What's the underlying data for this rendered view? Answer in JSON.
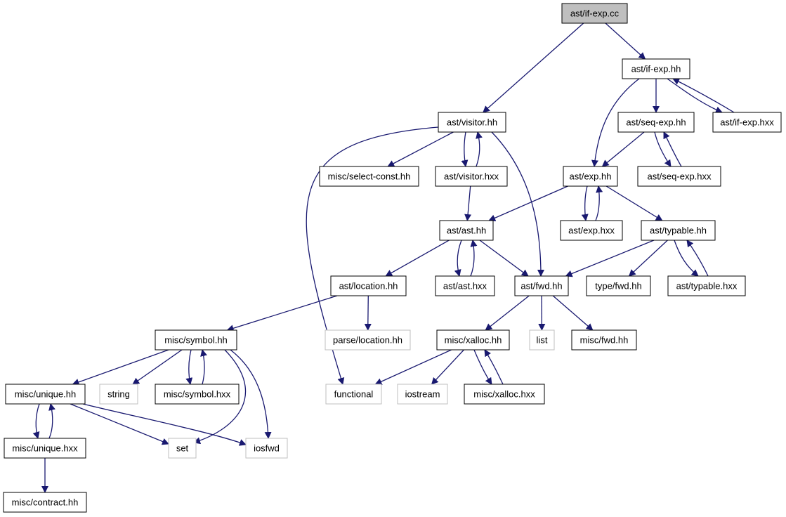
{
  "graph": {
    "title": "ast/if-exp.cc",
    "colors": {
      "edge": "#191970",
      "root_fill": "#bfbfbf",
      "node_fill": "#ffffff",
      "node_border": "#000000",
      "external_border": "#bfbfbf"
    },
    "nodes": [
      {
        "id": "if_exp_cc",
        "label": "ast/if-exp.cc",
        "kind": "root"
      },
      {
        "id": "if_exp_hh",
        "label": "ast/if-exp.hh",
        "kind": "internal"
      },
      {
        "id": "visitor_hh",
        "label": "ast/visitor.hh",
        "kind": "internal"
      },
      {
        "id": "seq_exp_hh",
        "label": "ast/seq-exp.hh",
        "kind": "internal"
      },
      {
        "id": "if_exp_hxx",
        "label": "ast/if-exp.hxx",
        "kind": "internal"
      },
      {
        "id": "select_const_hh",
        "label": "misc/select-const.hh",
        "kind": "internal"
      },
      {
        "id": "visitor_hxx",
        "label": "ast/visitor.hxx",
        "kind": "internal"
      },
      {
        "id": "exp_hh",
        "label": "ast/exp.hh",
        "kind": "internal"
      },
      {
        "id": "seq_exp_hxx",
        "label": "ast/seq-exp.hxx",
        "kind": "internal"
      },
      {
        "id": "ast_hh",
        "label": "ast/ast.hh",
        "kind": "internal"
      },
      {
        "id": "exp_hxx",
        "label": "ast/exp.hxx",
        "kind": "internal"
      },
      {
        "id": "typable_hh",
        "label": "ast/typable.hh",
        "kind": "internal"
      },
      {
        "id": "location_hh",
        "label": "ast/location.hh",
        "kind": "internal"
      },
      {
        "id": "ast_hxx",
        "label": "ast/ast.hxx",
        "kind": "internal"
      },
      {
        "id": "fwd_hh",
        "label": "ast/fwd.hh",
        "kind": "internal"
      },
      {
        "id": "type_fwd_hh",
        "label": "type/fwd.hh",
        "kind": "internal"
      },
      {
        "id": "typable_hxx",
        "label": "ast/typable.hxx",
        "kind": "internal"
      },
      {
        "id": "symbol_hh",
        "label": "misc/symbol.hh",
        "kind": "internal"
      },
      {
        "id": "parse_location_hh",
        "label": "parse/location.hh",
        "kind": "external"
      },
      {
        "id": "xalloc_hh",
        "label": "misc/xalloc.hh",
        "kind": "internal"
      },
      {
        "id": "list",
        "label": "list",
        "kind": "external"
      },
      {
        "id": "misc_fwd_hh",
        "label": "misc/fwd.hh",
        "kind": "internal"
      },
      {
        "id": "unique_hh",
        "label": "misc/unique.hh",
        "kind": "internal"
      },
      {
        "id": "string",
        "label": "string",
        "kind": "external"
      },
      {
        "id": "symbol_hxx",
        "label": "misc/symbol.hxx",
        "kind": "internal"
      },
      {
        "id": "functional",
        "label": "functional",
        "kind": "external"
      },
      {
        "id": "iostream",
        "label": "iostream",
        "kind": "external"
      },
      {
        "id": "xalloc_hxx",
        "label": "misc/xalloc.hxx",
        "kind": "internal"
      },
      {
        "id": "unique_hxx",
        "label": "misc/unique.hxx",
        "kind": "internal"
      },
      {
        "id": "set",
        "label": "set",
        "kind": "external"
      },
      {
        "id": "iosfwd",
        "label": "iosfwd",
        "kind": "external"
      },
      {
        "id": "contract_hh",
        "label": "misc/contract.hh",
        "kind": "internal"
      }
    ],
    "edges": [
      [
        "if_exp_cc",
        "if_exp_hh"
      ],
      [
        "if_exp_cc",
        "visitor_hh"
      ],
      [
        "if_exp_hh",
        "exp_hh"
      ],
      [
        "if_exp_hh",
        "seq_exp_hh"
      ],
      [
        "if_exp_hh",
        "if_exp_hxx"
      ],
      [
        "if_exp_hxx",
        "if_exp_hh"
      ],
      [
        "seq_exp_hh",
        "exp_hh"
      ],
      [
        "seq_exp_hh",
        "seq_exp_hxx"
      ],
      [
        "seq_exp_hxx",
        "seq_exp_hh"
      ],
      [
        "visitor_hh",
        "select_const_hh"
      ],
      [
        "visitor_hh",
        "visitor_hxx"
      ],
      [
        "visitor_hxx",
        "visitor_hh"
      ],
      [
        "visitor_hh",
        "fwd_hh"
      ],
      [
        "visitor_hh",
        "functional"
      ],
      [
        "visitor_hxx",
        "ast_hh"
      ],
      [
        "exp_hh",
        "ast_hh"
      ],
      [
        "exp_hh",
        "exp_hxx"
      ],
      [
        "exp_hxx",
        "exp_hh"
      ],
      [
        "exp_hh",
        "typable_hh"
      ],
      [
        "ast_hh",
        "location_hh"
      ],
      [
        "ast_hh",
        "ast_hxx"
      ],
      [
        "ast_hxx",
        "ast_hh"
      ],
      [
        "ast_hh",
        "fwd_hh"
      ],
      [
        "typable_hh",
        "fwd_hh"
      ],
      [
        "typable_hh",
        "type_fwd_hh"
      ],
      [
        "typable_hh",
        "typable_hxx"
      ],
      [
        "typable_hxx",
        "typable_hh"
      ],
      [
        "location_hh",
        "symbol_hh"
      ],
      [
        "location_hh",
        "parse_location_hh"
      ],
      [
        "fwd_hh",
        "xalloc_hh"
      ],
      [
        "fwd_hh",
        "list"
      ],
      [
        "fwd_hh",
        "misc_fwd_hh"
      ],
      [
        "xalloc_hh",
        "functional"
      ],
      [
        "xalloc_hh",
        "iostream"
      ],
      [
        "xalloc_hh",
        "xalloc_hxx"
      ],
      [
        "xalloc_hxx",
        "xalloc_hh"
      ],
      [
        "symbol_hh",
        "unique_hh"
      ],
      [
        "symbol_hh",
        "string"
      ],
      [
        "symbol_hh",
        "symbol_hxx"
      ],
      [
        "symbol_hxx",
        "symbol_hh"
      ],
      [
        "symbol_hh",
        "set"
      ],
      [
        "symbol_hh",
        "iosfwd"
      ],
      [
        "unique_hh",
        "unique_hxx"
      ],
      [
        "unique_hxx",
        "unique_hh"
      ],
      [
        "unique_hh",
        "set"
      ],
      [
        "unique_hh",
        "iosfwd"
      ],
      [
        "unique_hxx",
        "contract_hh"
      ]
    ]
  }
}
